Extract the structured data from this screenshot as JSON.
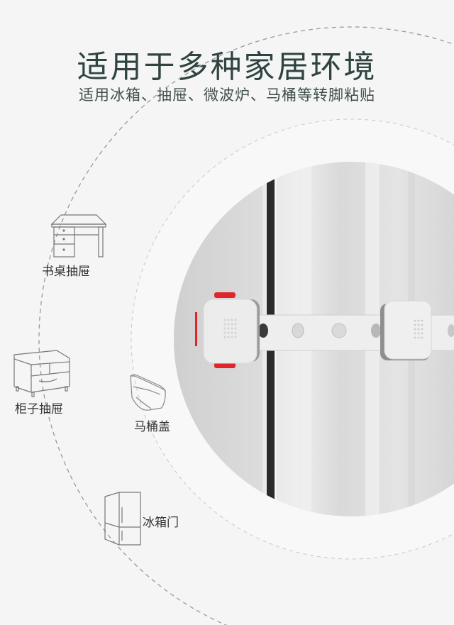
{
  "header": {
    "title": "适用于多种家居环境",
    "subtitle": "适用冰箱、抽屉、微波炉、马桶等转脚粘贴"
  },
  "scenarios": [
    {
      "label": "书桌抽屉",
      "icon": "desk-icon"
    },
    {
      "label": "柜子抽屉",
      "icon": "cabinet-icon"
    },
    {
      "label": "马桶盖",
      "icon": "toilet-icon"
    },
    {
      "label": "冰箱门",
      "icon": "fridge-icon"
    }
  ],
  "product_photo": {
    "subject": "child-safety-strap-lock-on-fridge",
    "accent_color": "#e0252b",
    "lock_color": "#ececec"
  },
  "colors": {
    "background": "#f5f5f6",
    "title": "#2f4440",
    "dashed_ring": "#9a9a9a"
  }
}
